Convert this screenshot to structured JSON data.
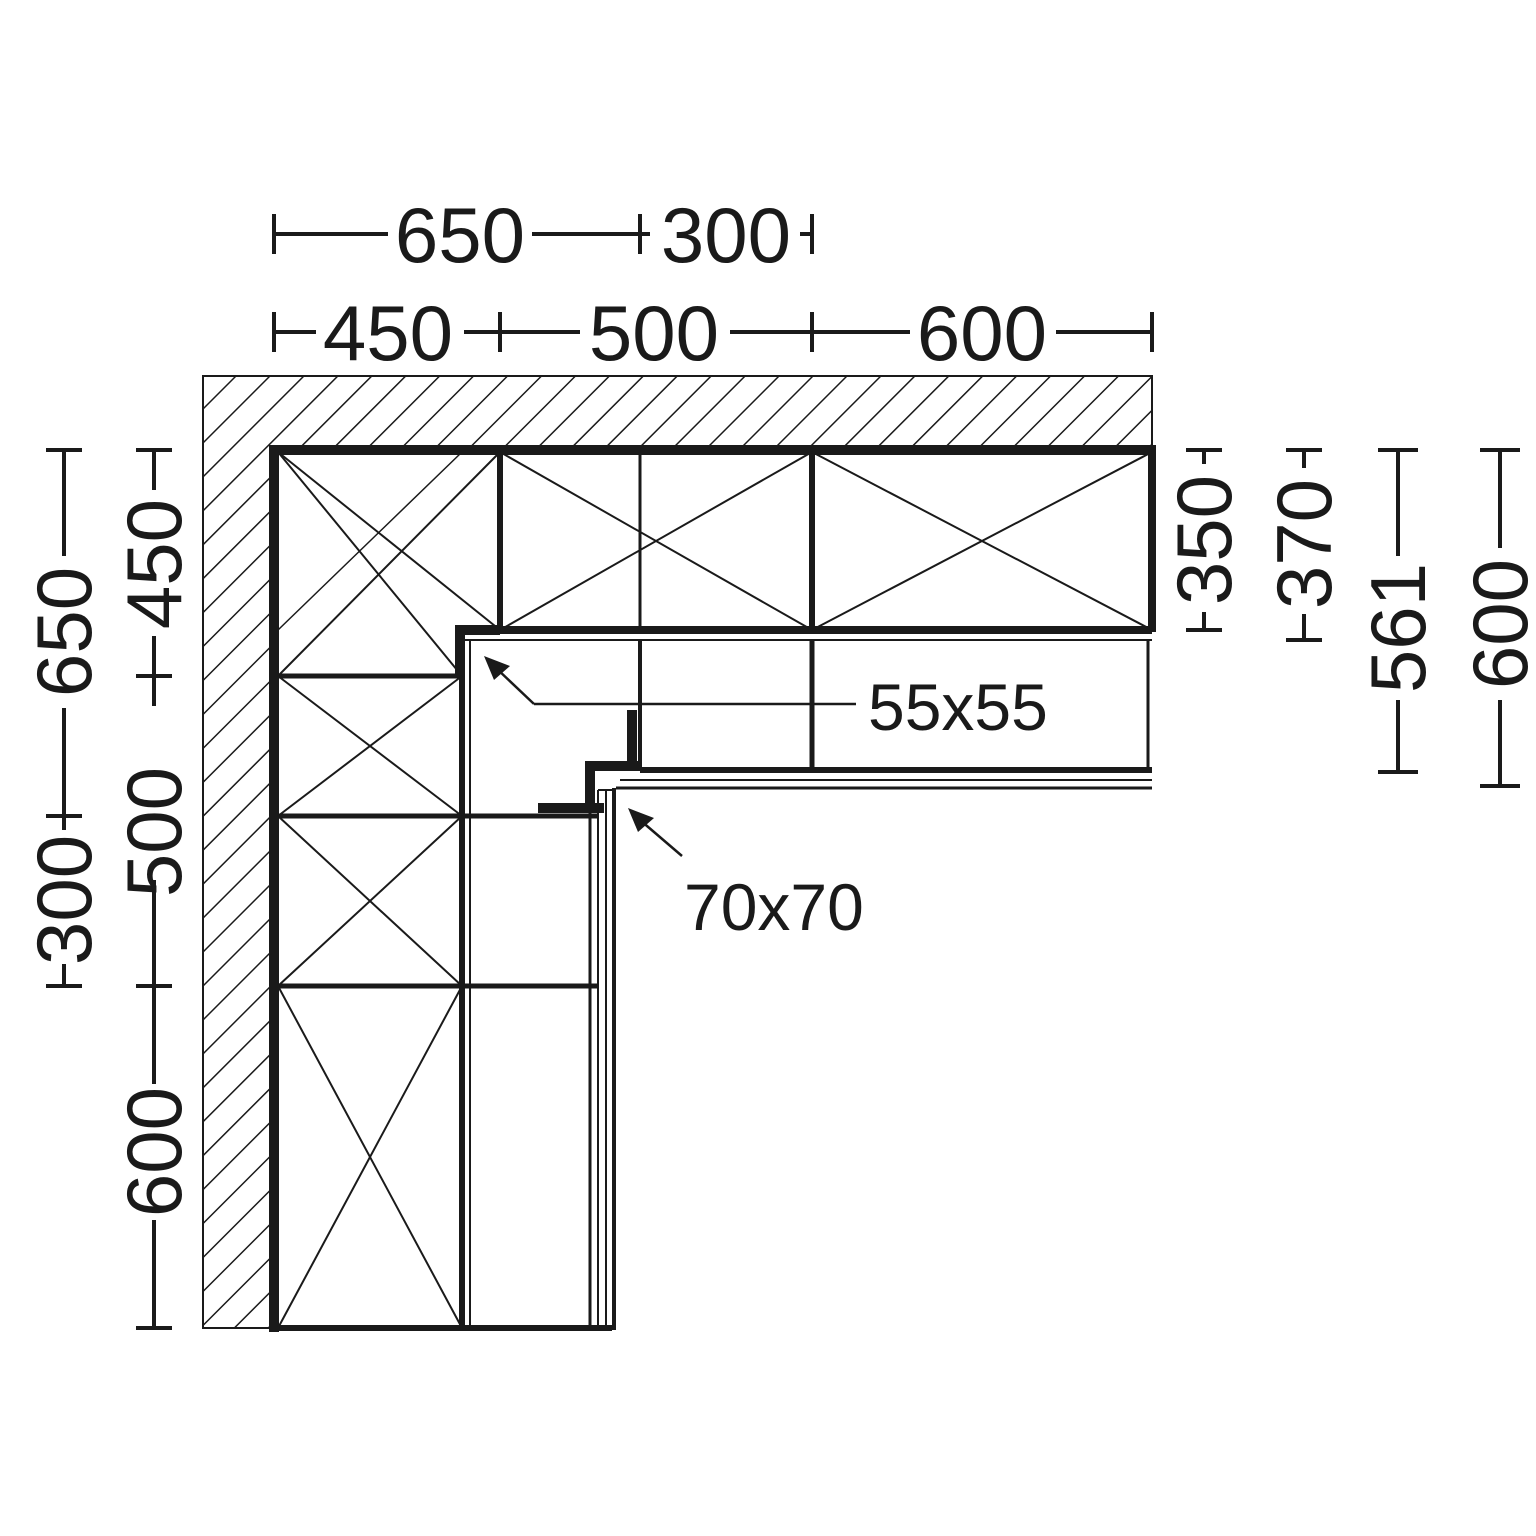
{
  "colors": {
    "ink": "#1a1a1a",
    "paper": "#ffffff"
  },
  "dimensions": {
    "top_row_1": [
      "650",
      "300"
    ],
    "top_row_2": [
      "450",
      "500",
      "600"
    ],
    "left_col_outer": [
      "650",
      "300"
    ],
    "left_col_inner": [
      "450",
      "500",
      "600"
    ],
    "right_cols": [
      "350",
      "370",
      "561",
      "600"
    ]
  },
  "annotations": {
    "post_small": "55x55",
    "post_large": "70x70"
  }
}
